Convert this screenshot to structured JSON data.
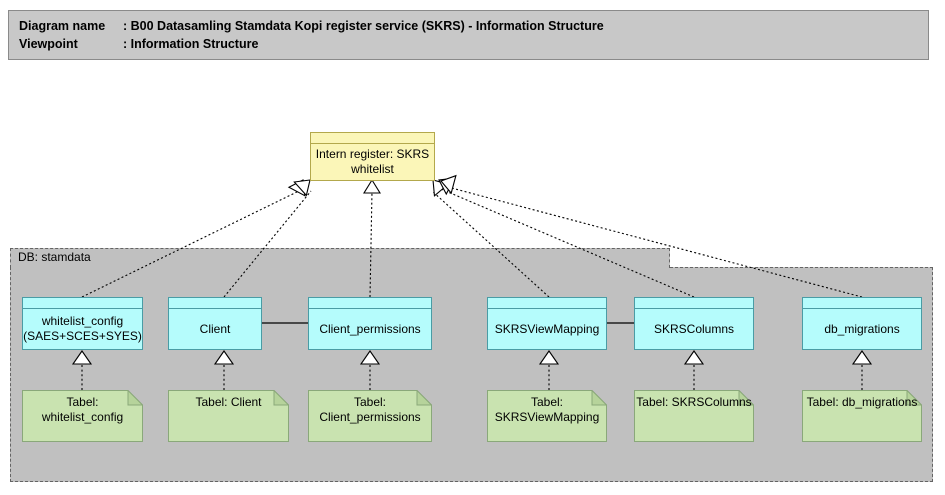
{
  "header": {
    "diagram_name_key": "Diagram name",
    "diagram_name_sep": ": ",
    "diagram_name_value": "B00 Datasamling Stamdata Kopi register service (SKRS) - Information Structure",
    "viewpoint_key": "Viewpoint",
    "viewpoint_sep": ": ",
    "viewpoint_value": "Information Structure",
    "line1": "Diagram name : B00 Datasamling Stamdata Kopi register service (SKRS) - Information Structure",
    "line2": "Viewpoint        : Information Structure"
  },
  "colors": {
    "canvas": "#ffffff",
    "title_bar": "#c8c8c8",
    "group_fill": "#c0c0c0",
    "group_border": "#646464",
    "object_fill": "#b5fcfc",
    "object_border": "#4a9ca5",
    "register_fill": "#fbf6b8",
    "register_border": "#b3a84c",
    "note_fill": "#c9e3b0",
    "note_border": "#8aa87a",
    "connector": "#000000"
  },
  "register": {
    "label": "Intern register: SKRS\nwhitelist"
  },
  "group": {
    "label": "DB: stamdata"
  },
  "objects": [
    {
      "id": "whitelist_config",
      "label": "whitelist_config\n(SAES+SCES+SYES)"
    },
    {
      "id": "client",
      "label": "Client"
    },
    {
      "id": "client_permissions",
      "label": "Client_permissions"
    },
    {
      "id": "skrsviewmapping",
      "label": "SKRSViewMapping"
    },
    {
      "id": "skrscolumns",
      "label": "SKRSColumns"
    },
    {
      "id": "db_migrations",
      "label": "db_migrations"
    }
  ],
  "notes": [
    {
      "id": "tabel_whitelist_config",
      "label": "Tabel:\nwhitelist_config"
    },
    {
      "id": "tabel_client",
      "label": "Tabel: Client"
    },
    {
      "id": "tabel_client_permissions",
      "label": "Tabel:\nClient_permissions"
    },
    {
      "id": "tabel_skrsviewmapping",
      "label": "Tabel:\nSKRSViewMapping"
    },
    {
      "id": "tabel_skrscolumns",
      "label": "Tabel: SKRSColumns"
    },
    {
      "id": "tabel_db_migrations",
      "label": "Tabel: db_migrations"
    }
  ]
}
